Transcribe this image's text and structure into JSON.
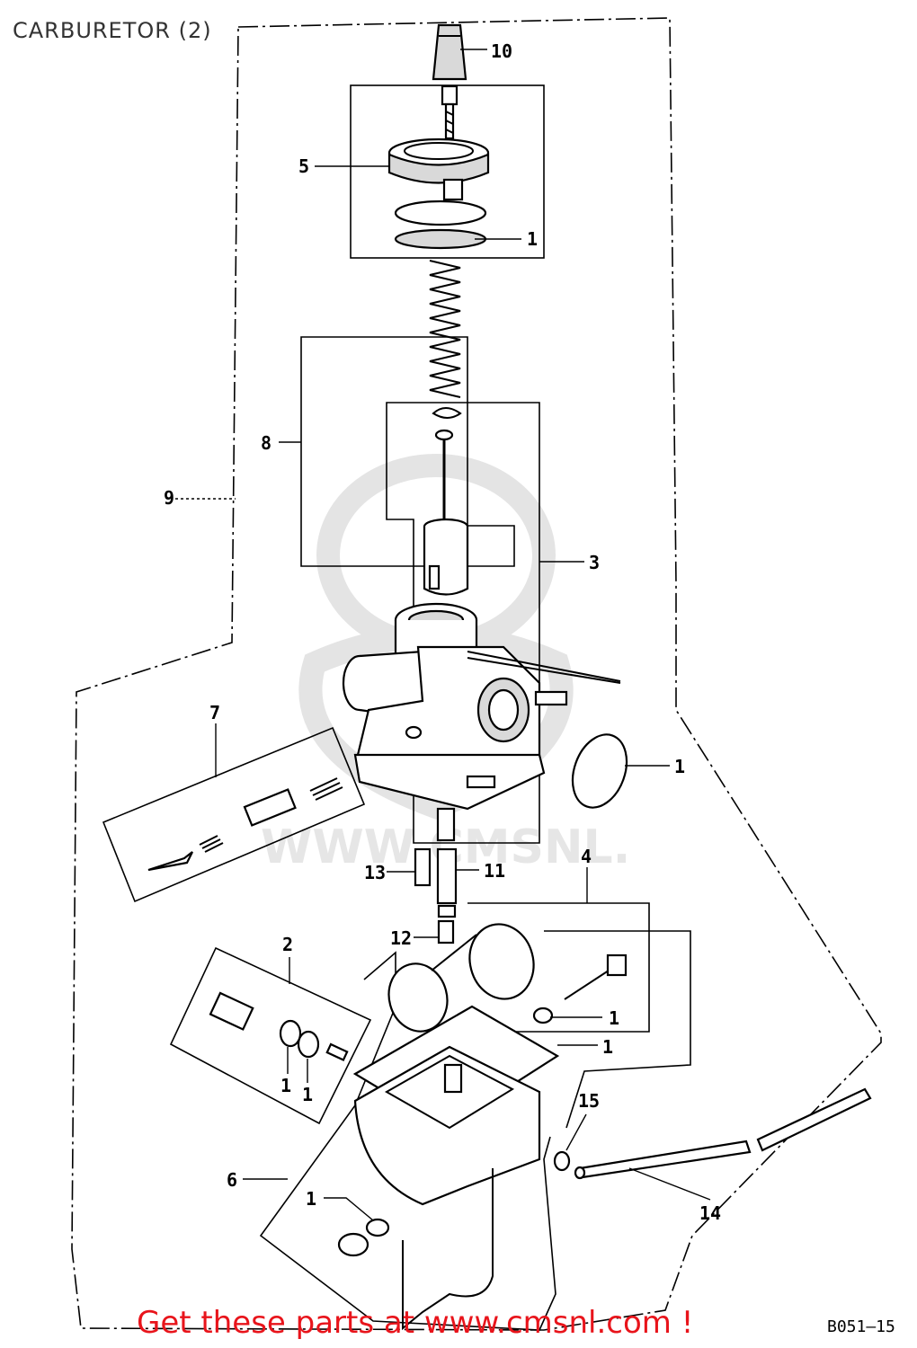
{
  "page": {
    "title": "CARBURETOR (2)"
  },
  "watermark": {
    "text": "WWW.CMSNL.COM"
  },
  "callouts": [
    {
      "id": "c10",
      "label": "10"
    },
    {
      "id": "c5",
      "label": "5"
    },
    {
      "id": "c1a",
      "label": "1"
    },
    {
      "id": "c8",
      "label": "8"
    },
    {
      "id": "c9",
      "label": "9"
    },
    {
      "id": "c3",
      "label": "3"
    },
    {
      "id": "c7",
      "label": "7"
    },
    {
      "id": "c1b",
      "label": "1"
    },
    {
      "id": "c4",
      "label": "4"
    },
    {
      "id": "c13",
      "label": "13"
    },
    {
      "id": "c11",
      "label": "11"
    },
    {
      "id": "c12",
      "label": "12"
    },
    {
      "id": "c2",
      "label": "2"
    },
    {
      "id": "c1c",
      "label": "1"
    },
    {
      "id": "c1d",
      "label": "1"
    },
    {
      "id": "c1e",
      "label": "1"
    },
    {
      "id": "c1f",
      "label": "1"
    },
    {
      "id": "c15",
      "label": "15"
    },
    {
      "id": "c6",
      "label": "6"
    },
    {
      "id": "c1g",
      "label": "1"
    },
    {
      "id": "c14",
      "label": "14"
    }
  ],
  "footer": {
    "link_text": "Get these parts at www.cmsnl.com !",
    "ref_code": "B051–15",
    "link_color": "#e8141b"
  }
}
